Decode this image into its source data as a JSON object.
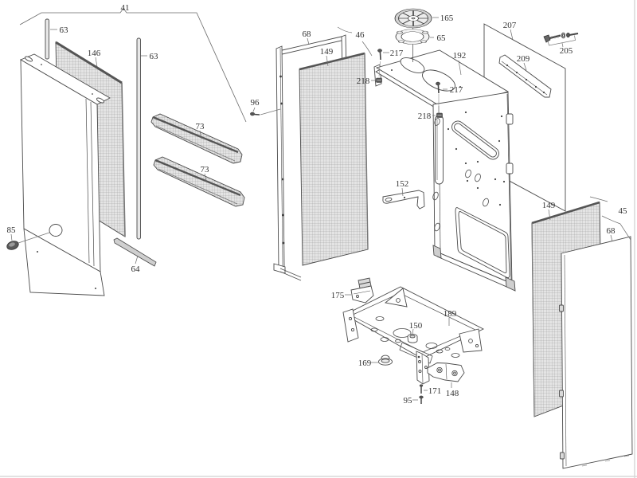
{
  "page": {
    "background": "#ffffff",
    "line_color": "#3f3f3f",
    "hatch_line_color": "#9a9a9a",
    "hatch_fill": "#e4e4e4",
    "kind": "exploded-parts-diagram"
  },
  "diagram": {
    "labels": [
      {
        "part": "41"
      },
      {
        "part": "63"
      },
      {
        "part": "146"
      },
      {
        "part": "63"
      },
      {
        "part": "73"
      },
      {
        "part": "73"
      },
      {
        "part": "85"
      },
      {
        "part": "64"
      },
      {
        "part": "96"
      },
      {
        "part": "68"
      },
      {
        "part": "149"
      },
      {
        "part": "46"
      },
      {
        "part": "217"
      },
      {
        "part": "218"
      },
      {
        "part": "165"
      },
      {
        "part": "65"
      },
      {
        "part": "192"
      },
      {
        "part": "217"
      },
      {
        "part": "218"
      },
      {
        "part": "207"
      },
      {
        "part": "205"
      },
      {
        "part": "209"
      },
      {
        "part": "152"
      },
      {
        "part": "149"
      },
      {
        "part": "45"
      },
      {
        "part": "68"
      },
      {
        "part": "175"
      },
      {
        "part": "189"
      },
      {
        "part": "150"
      },
      {
        "part": "169"
      },
      {
        "part": "171"
      },
      {
        "part": "95"
      },
      {
        "part": "148"
      }
    ]
  }
}
